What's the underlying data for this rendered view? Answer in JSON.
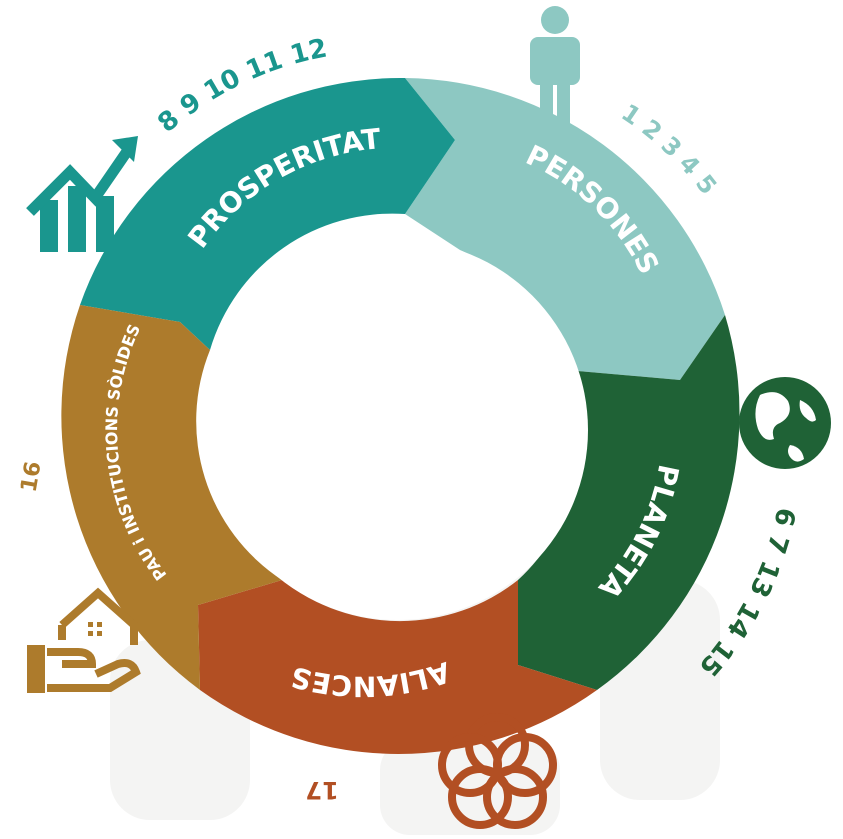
{
  "diagram": {
    "type": "circular-cycle",
    "background_color": "#ffffff",
    "watermark_color": "#f3f3f2",
    "segments": [
      {
        "id": "prosperitat",
        "label": "PROSPERITAT",
        "numbers": "8 9 10 11 12",
        "color": "#1a968e",
        "icon": "growth-chart-icon"
      },
      {
        "id": "persones",
        "label": "PERSONES",
        "numbers": "1 2 3 4 5",
        "color": "#8dc8c2",
        "icon": "person-icon"
      },
      {
        "id": "planeta",
        "label": "PLANETA",
        "numbers": "6 7 13 14 15",
        "color": "#1f6236",
        "icon": "globe-icon"
      },
      {
        "id": "aliances",
        "label": "ALIANCES",
        "numbers": "17",
        "color": "#b24f23",
        "icon": "interlocking-rings-icon"
      },
      {
        "id": "pau",
        "label": "PAU i INSTITUCIONS SÒLIDES",
        "numbers": "16",
        "color": "#ad7b2c",
        "icon": "house-in-hand-icon"
      }
    ]
  }
}
